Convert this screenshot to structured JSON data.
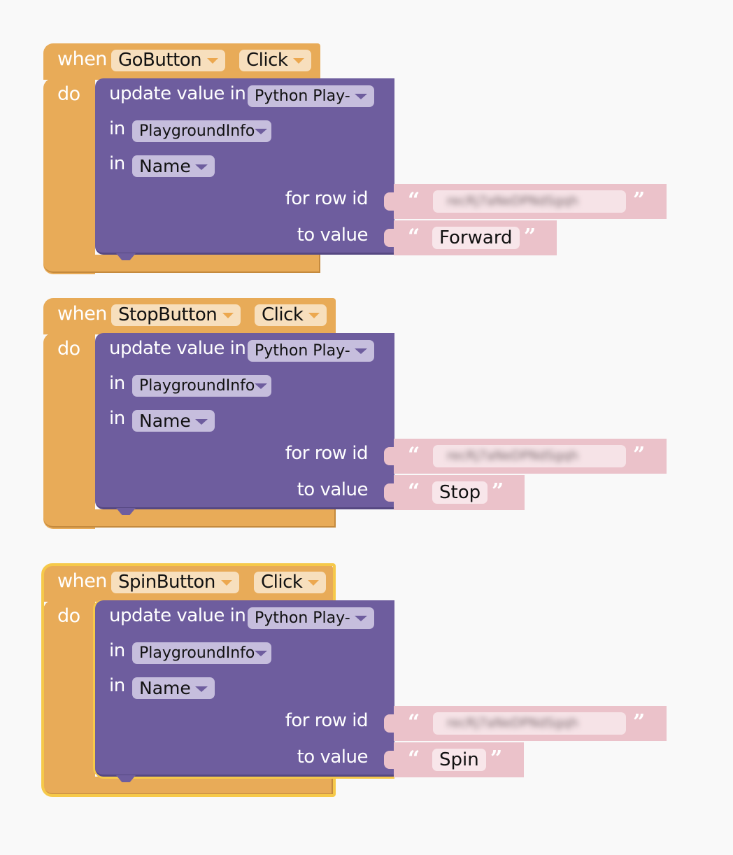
{
  "colors": {
    "event_block": "#e8ab58",
    "event_dropdown": "#f7dfbd",
    "action_block": "#6e5d9e",
    "action_dropdown": "#c6bedd",
    "text_block": "#ebc2ca",
    "selection_highlight": "#f6c94a",
    "canvas": "#f9f9f9"
  },
  "events": [
    {
      "when_label": "when",
      "do_label": "do",
      "component": "GoButton",
      "event": "Click",
      "selected": false,
      "action": {
        "title": "update value in",
        "database": "Python Play-",
        "in1_label": "in",
        "table": "PlaygroundInfo",
        "in2_label": "in",
        "column": "Name",
        "row_id_label": "for row id",
        "row_id_value": "recRj7aNeDPNdSgqh",
        "value_label": "to value",
        "value": "Forward"
      }
    },
    {
      "when_label": "when",
      "do_label": "do",
      "component": "StopButton",
      "event": "Click",
      "selected": false,
      "action": {
        "title": "update value in",
        "database": "Python Play-",
        "in1_label": "in",
        "table": "PlaygroundInfo",
        "in2_label": "in",
        "column": "Name",
        "row_id_label": "for row id",
        "row_id_value": "recRj7aNeDPNdSgqh",
        "value_label": "to value",
        "value": "Stop"
      }
    },
    {
      "when_label": "when",
      "do_label": "do",
      "component": "SpinButton",
      "event": "Click",
      "selected": true,
      "action": {
        "title": "update value in",
        "database": "Python Play-",
        "in1_label": "in",
        "table": "PlaygroundInfo",
        "in2_label": "in",
        "column": "Name",
        "row_id_label": "for row id",
        "row_id_value": "recRj7aNeDPNdSgqh",
        "value_label": "to value",
        "value": "Spin"
      }
    }
  ],
  "quote_open": "“",
  "quote_close": "”"
}
